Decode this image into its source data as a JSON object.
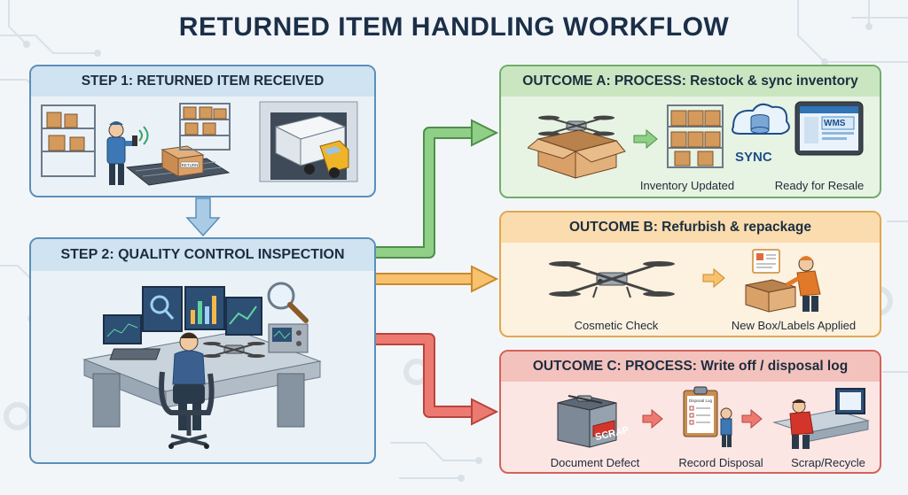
{
  "title": "RETURNED ITEM HANDLING WORKFLOW",
  "step1": {
    "heading": "STEP 1: RETURNED ITEM RECEIVED",
    "box_label": "RETURN"
  },
  "step2": {
    "heading": "STEP 2: QUALITY CONTROL INSPECTION"
  },
  "outcome_a": {
    "heading": "OUTCOME A: PROCESS: Restock & sync inventory",
    "sync_label": "SYNC",
    "wms_label": "WMS",
    "captions": [
      "Inventory Updated",
      "Ready for Resale"
    ]
  },
  "outcome_b": {
    "heading": "OUTCOME B: Refurbish & repackage",
    "captions": [
      "Cosmetic Check",
      "New Box/Labels Applied"
    ]
  },
  "outcome_c": {
    "heading": "OUTCOME C: PROCESS: Write off / disposal log",
    "scrap_label": "SCRAP",
    "clipboard_label": "Disposal Log",
    "captions": [
      "Document Defect",
      "Record Disposal",
      "Scrap/Recycle"
    ]
  },
  "colors": {
    "step": "#5b8fb9",
    "outcome_a": "#6fae6a",
    "outcome_b": "#e0a74d",
    "outcome_c": "#d4625a"
  }
}
